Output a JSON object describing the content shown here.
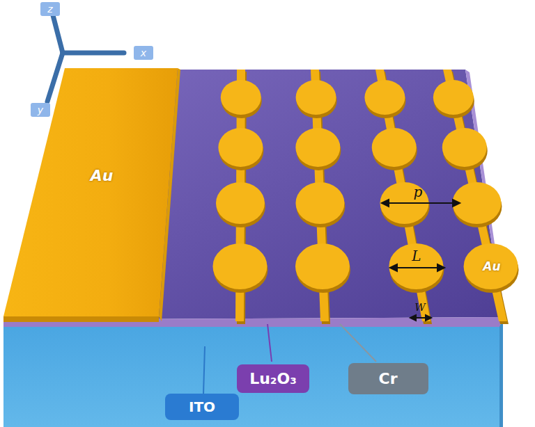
{
  "diagram": {
    "nodes": [
      {
        "text": [
          "z"
        ]
      },
      {
        "text": [
          "x"
        ]
      },
      {
        "text": [
          "y"
        ]
      },
      {
        "text": [
          "Au"
        ]
      },
      {
        "text": [
          "Au"
        ]
      },
      {
        "text": [
          "Lu₂O₃"
        ]
      },
      {
        "text": [
          "Cr"
        ]
      },
      {
        "text": [
          "ITO"
        ]
      }
    ],
    "labels": [
      "p",
      "L",
      "W"
    ]
  }
}
